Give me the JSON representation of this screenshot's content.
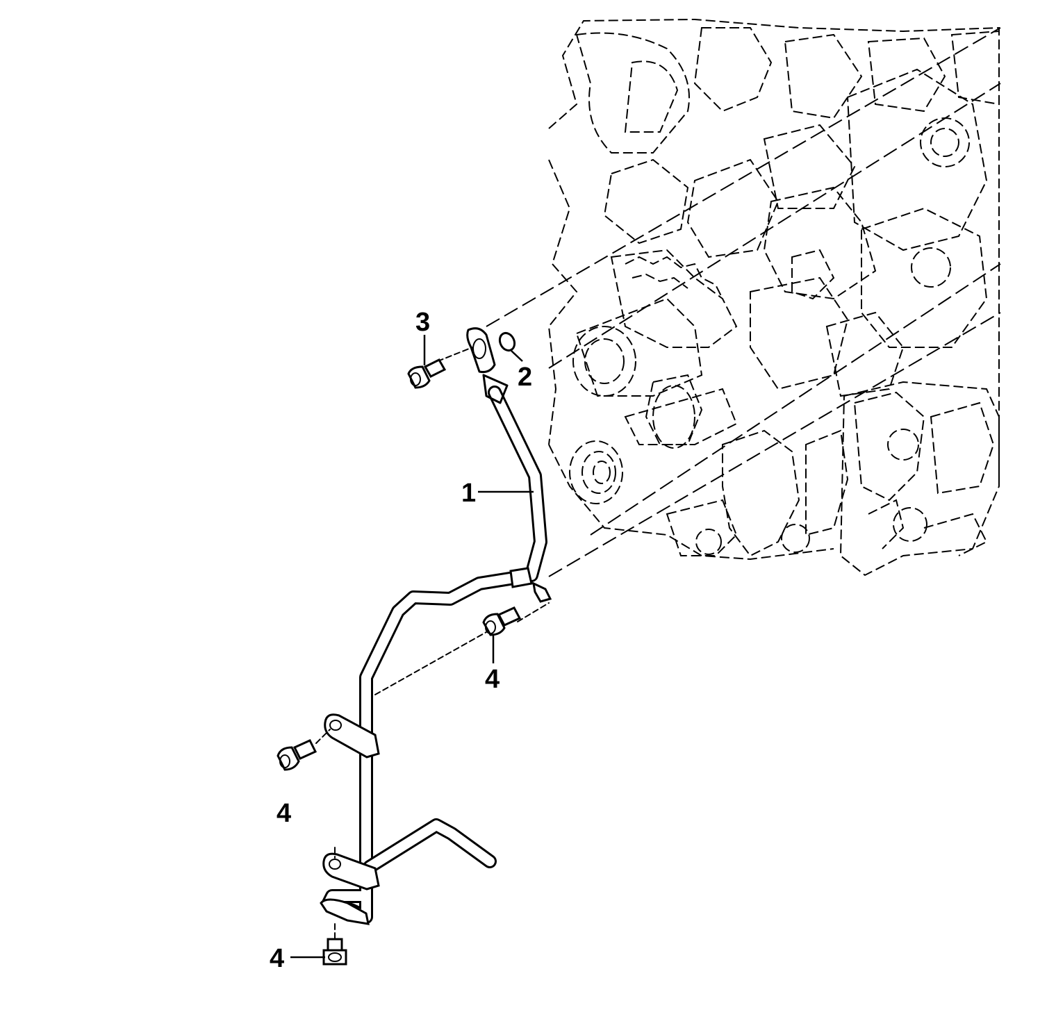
{
  "callouts": {
    "pipe": "1",
    "seal": "2",
    "upper_bolt": "3",
    "middle_bolt": "4",
    "lower_left_bolt": "4",
    "bottom_bolt": "4"
  }
}
